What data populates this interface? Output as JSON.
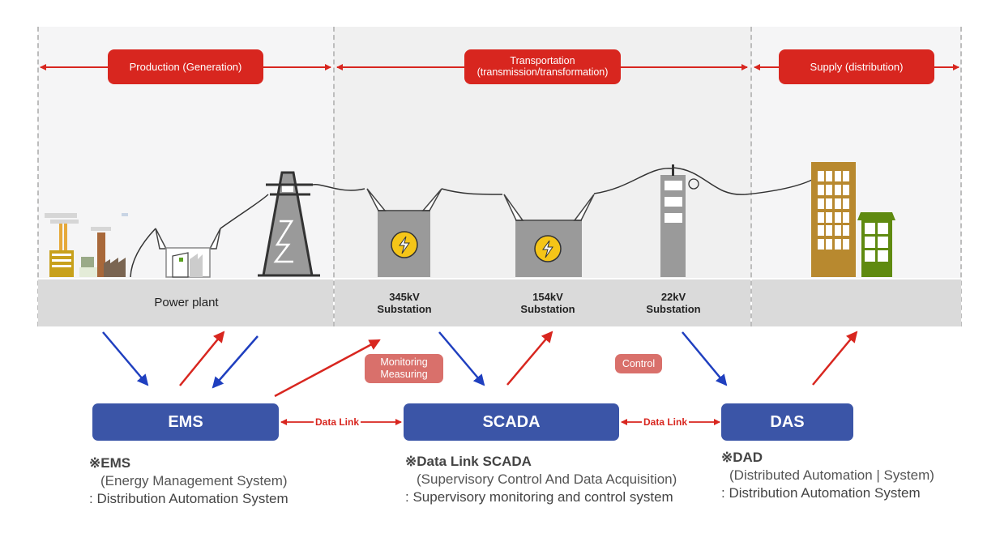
{
  "phases": {
    "production": "Production (Generation)",
    "transportation_line1": "Transportation",
    "transportation_line2": "(transmission/transformation)",
    "supply": "Supply (distribution)"
  },
  "facilities": {
    "power_plant": "Power plant",
    "sub345_kv": "345kV",
    "sub345_label": "Substation",
    "sub154_kv": "154kV",
    "sub154_label": "Substation",
    "sub22_kv": "22kV",
    "sub22_label": "Substation"
  },
  "systems": {
    "ems": "EMS",
    "scada": "SCADA",
    "das": "DAS"
  },
  "tags": {
    "monitoring_line1": "Monitoring",
    "monitoring_line2": "Measuring",
    "control": "Control"
  },
  "links": {
    "ems_scada": "Data Link",
    "scada_das": "Data Link"
  },
  "notes": {
    "ems": {
      "title": "※EMS",
      "expansion": "(Energy Management System)",
      "description": ": Distribution Automation System"
    },
    "scada": {
      "title": "※Data Link SCADA",
      "expansion": "(Supervisory Control And Data Acquisition)",
      "description": ": Supervisory monitoring and control system"
    },
    "das": {
      "title": "※DAD",
      "expansion": "(Distributed Automation | System)",
      "description": ": Distribution Automation System"
    }
  },
  "colors": {
    "phase_red": "#d8261f",
    "system_blue": "#3b55a7",
    "tag_pink": "#d9706b",
    "arrow_blue": "#1f3fbf",
    "arrow_red": "#d8261f"
  }
}
